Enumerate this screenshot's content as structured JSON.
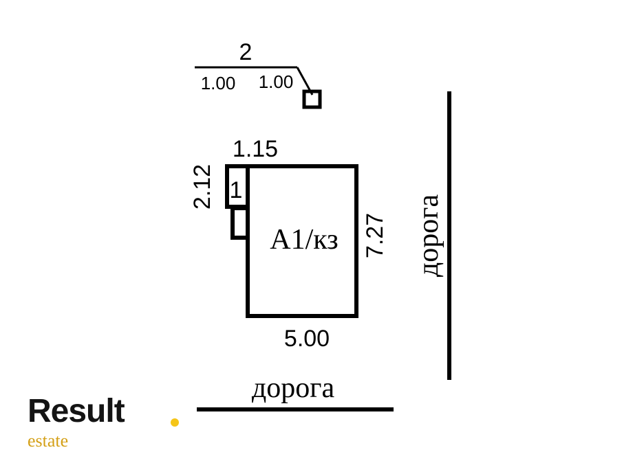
{
  "outbuilding": {
    "label": "2",
    "dim_left": "1.00",
    "dim_right": "1.00"
  },
  "main_building": {
    "label": "A1/кз",
    "dim_top": "1.15",
    "dim_bottom": "5.00",
    "dim_right": "7.27"
  },
  "annex": {
    "label": "1",
    "dim_left": "2.12"
  },
  "roads": {
    "bottom_label": "дорога",
    "right_label": "дорога"
  },
  "logo": {
    "main": "Result",
    "sub": "estate",
    "accent_color": "#f5c518",
    "sub_color": "#d4a017"
  }
}
